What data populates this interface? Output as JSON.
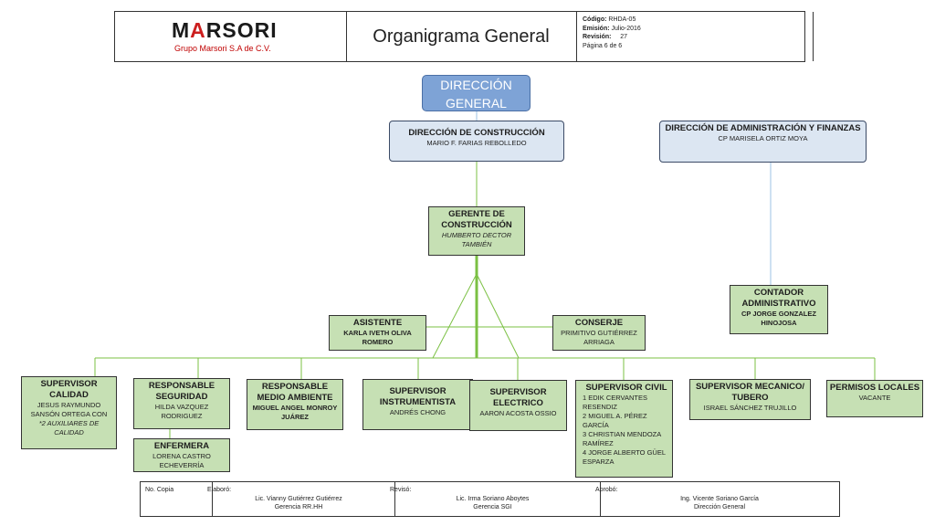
{
  "header": {
    "logo_left": "M",
    "logo_mid": "A",
    "logo_rest": "RSORI",
    "company": "Grupo Marsori S.A de C.V.",
    "title": "Organigrama General",
    "meta": {
      "codigo_label": "Código:",
      "codigo_value": "RHDA-05",
      "emision_label": "Emisión:",
      "emision_value": "Julio-2016",
      "revision_label": "Revisión:",
      "revision_value": "27",
      "pagina": "Página 6 de 6"
    }
  },
  "org": {
    "direccion_general": "DIRECCIÓN GENERAL",
    "dir_construccion": {
      "title": "DIRECCIÓN DE CONSTRUCCIÓN",
      "name": "MARIO F. FARIAS REBOLLEDO"
    },
    "dir_administracion": {
      "title": "DIRECCIÓN DE ADMINISTRACIÓN Y FINANZAS",
      "name": "CP MARISELA ORTIZ MOYA"
    },
    "gerente": {
      "title": "GERENTE DE CONSTRUCCIÓN",
      "name": "HUMBERTO DECTOR TAMBIÉN"
    },
    "contador": {
      "title": "CONTADOR ADMINISTRATIVO",
      "name": "CP JORGE GONZALEZ HINOJOSA"
    },
    "asistente": {
      "title": "ASISTENTE",
      "name": "KARLA IVETH  OLIVA ROMERO"
    },
    "conserje": {
      "title": "CONSERJE",
      "name": "PRIMITIVO GUTIÉRREZ ARRIAGA"
    },
    "sup_calidad": {
      "title": "SUPERVISOR CALIDAD",
      "name": "JESUS RAYMUNDO SANSÓN ORTEGA CON",
      "note": "*2  AUXILIARES DE CALIDAD"
    },
    "resp_seguridad": {
      "title": "RESPONSABLE SEGURIDAD",
      "name": "HILDA VAZQUEZ RODRIGUEZ"
    },
    "enfermera": {
      "title": "ENFERMERA",
      "name": "LORENA CASTRO ECHEVERRÍA"
    },
    "resp_ambiente": {
      "title": "RESPONSABLE MEDIO AMBIENTE",
      "name": "MIGUEL ANGEL MONROY JUÁREZ"
    },
    "sup_instrumentista": {
      "title": "SUPERVISOR INSTRUMENTISTA",
      "name": "ANDRÉS CHONG"
    },
    "sup_electrico": {
      "title": "SUPERVISOR ELECTRICO",
      "name": "AARON ACOSTA OSSIO"
    },
    "sup_civil": {
      "title": "SUPERVISOR CIVIL",
      "l1": "1 EDIK CERVANTES RESENDIZ",
      "l2": "2 MIGUEL A. PÉREZ GARCÍA",
      "l3": "3 CHRISTIAN MENDOZA RAMÍREZ",
      "l4": "4 JORGE ALBERTO GÜEL ESPARZA"
    },
    "sup_mecanico": {
      "title": "SUPERVISOR MECANICO/ TUBERO",
      "name": "ISRAEL SÁNCHEZ TRUJILLO"
    },
    "permisos": {
      "title": "PERMISOS LOCALES",
      "name": "VACANTE"
    }
  },
  "footer": {
    "copia": "No. Copia",
    "elaboro_label": "Elaboró:",
    "elaboro_name": "Lic. Vianny Gutiérrez Gutiérrez",
    "elaboro_dept": "Gerencia RR.HH",
    "reviso_label": "Revisó:",
    "reviso_name": "Lic. Irma Soriano Aboytes",
    "reviso_dept": "Gerencia SGI",
    "aprobo_label": "Aprobó:",
    "aprobo_name": "Ing. Vicente Soriano García",
    "aprobo_dept": "Dirección General"
  },
  "colors": {
    "box_green": "#c6e0b4",
    "line_green": "#7bc043",
    "box_blue": "#dce6f2",
    "header_blue": "#7ea3d6",
    "line_blue": "#9dc3e6",
    "logo_red": "#cc1f1f"
  }
}
